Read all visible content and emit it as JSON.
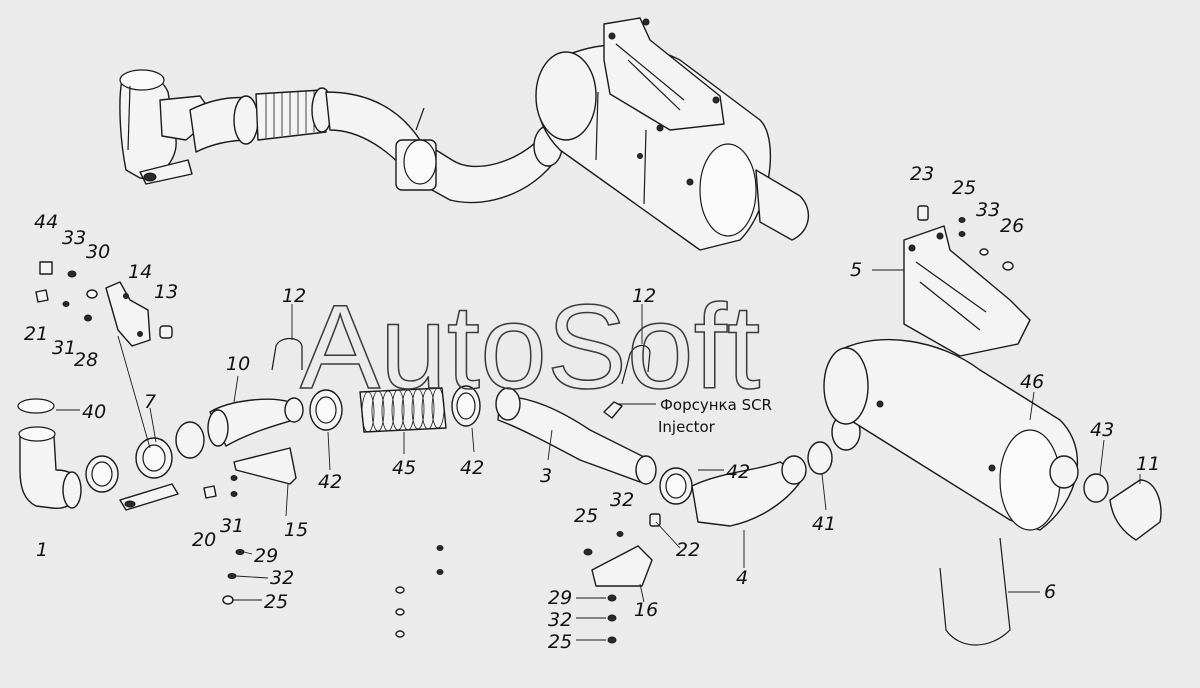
{
  "watermark": "AutoSoft",
  "annotation": {
    "line1": "Форсунка SCR",
    "line2": "Injector"
  },
  "callouts": [
    "44",
    "33",
    "30",
    "14",
    "13",
    "21",
    "31",
    "28",
    "12",
    "12",
    "10",
    "40",
    "7",
    "1",
    "42",
    "45",
    "42",
    "3",
    "20",
    "31",
    "15",
    "29",
    "32",
    "25",
    "23",
    "25",
    "33",
    "26",
    "5",
    "46",
    "43",
    "11",
    "42",
    "41",
    "4",
    "32",
    "25",
    "22",
    "29",
    "32",
    "25",
    "16",
    "6"
  ],
  "parts": [
    "exhaust-pipe",
    "bracket",
    "clamp",
    "hose",
    "corrugated-pipe",
    "pipe",
    "muffler",
    "mounting-bracket",
    "strap",
    "injector",
    "u-bolt",
    "outlet-pipe",
    "washer",
    "nut",
    "bolt"
  ]
}
